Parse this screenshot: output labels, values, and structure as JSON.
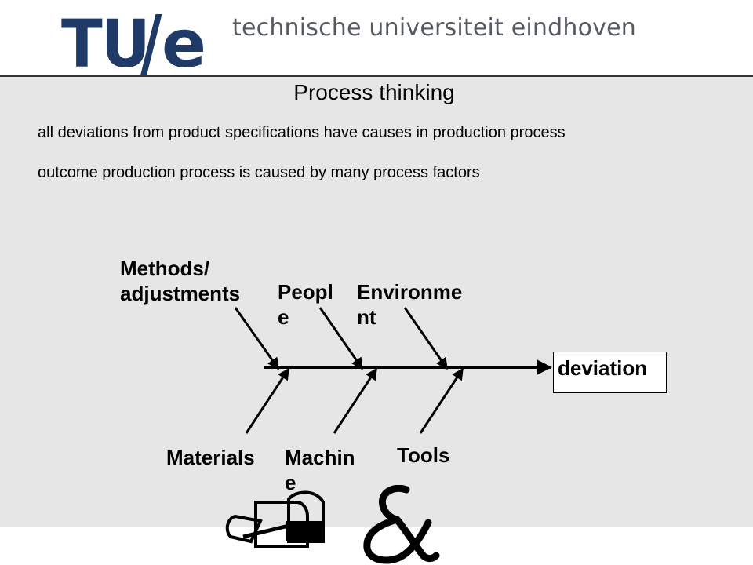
{
  "header": {
    "logo_tu": "TU",
    "logo_e": "e",
    "university_name": "technische universiteit eindhoven"
  },
  "slide": {
    "title": "Process thinking",
    "lines": [
      "all deviations from product specifications have causes in production process",
      "outcome production process is caused by many process factors"
    ]
  },
  "fishbone": {
    "effect": "deviation",
    "top_causes": [
      {
        "line1": "Methods/",
        "line2": "adjustments"
      },
      {
        "line1": "Peopl",
        "line2": "e"
      },
      {
        "line1": "Environme",
        "line2": "nt"
      }
    ],
    "bottom_causes": [
      {
        "line1": "Materials",
        "line2": ""
      },
      {
        "line1": "Machin",
        "line2": "e"
      },
      {
        "line1": "Tools",
        "line2": ""
      }
    ]
  },
  "colors": {
    "logo": "#1f3a67",
    "university_name": "#555a60",
    "panel_background": "#e6e6e6"
  },
  "icons": [
    "mailbox-icon",
    "ampersand-icon"
  ]
}
